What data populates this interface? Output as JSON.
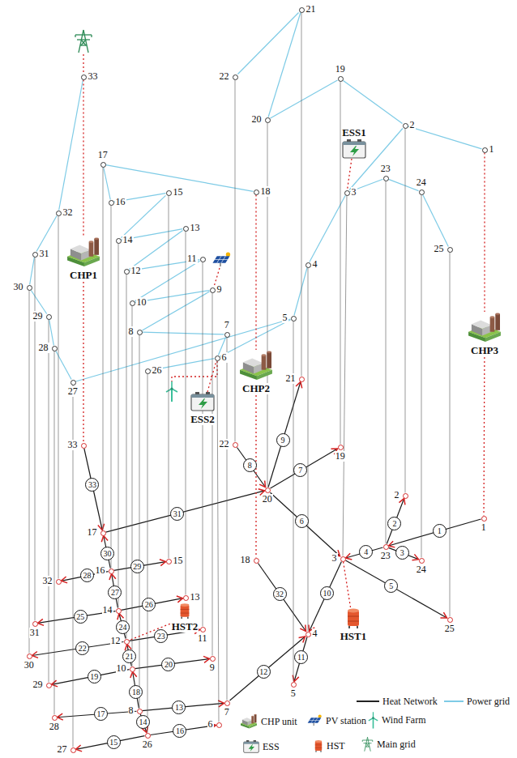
{
  "diagram": {
    "nodes": [
      {
        "text": [
          "1"
        ]
      },
      {
        "text": [
          "2"
        ]
      },
      {
        "text": [
          "3"
        ]
      },
      {
        "text": [
          "4"
        ]
      },
      {
        "text": [
          "5"
        ]
      },
      {
        "text": [
          "6"
        ]
      },
      {
        "text": [
          "7"
        ]
      },
      {
        "text": [
          "8"
        ]
      },
      {
        "text": [
          "9"
        ]
      },
      {
        "text": [
          "10"
        ]
      },
      {
        "text": [
          "11"
        ]
      },
      {
        "text": [
          "12"
        ]
      },
      {
        "text": [
          "13"
        ]
      },
      {
        "text": [
          "14"
        ]
      },
      {
        "text": [
          "15"
        ]
      },
      {
        "text": [
          "16"
        ]
      },
      {
        "text": [
          "17"
        ]
      },
      {
        "text": [
          "18"
        ]
      },
      {
        "text": [
          "19"
        ]
      },
      {
        "text": [
          "20"
        ]
      },
      {
        "text": [
          "21"
        ]
      },
      {
        "text": [
          "22"
        ]
      },
      {
        "text": [
          "23"
        ]
      },
      {
        "text": [
          "24"
        ]
      },
      {
        "text": [
          "25"
        ]
      },
      {
        "text": [
          "26"
        ]
      },
      {
        "text": [
          "27"
        ]
      },
      {
        "text": [
          "28"
        ]
      },
      {
        "text": [
          "29"
        ]
      },
      {
        "text": [
          "30"
        ]
      },
      {
        "text": [
          "31"
        ]
      },
      {
        "text": [
          "32"
        ]
      },
      {
        "text": [
          "33"
        ]
      },
      {
        "text": [
          "1"
        ]
      },
      {
        "text": [
          "2"
        ]
      },
      {
        "text": [
          "3"
        ]
      },
      {
        "text": [
          "4"
        ]
      },
      {
        "text": [
          "5"
        ]
      },
      {
        "text": [
          "6"
        ]
      },
      {
        "text": [
          "7"
        ]
      },
      {
        "text": [
          "8"
        ]
      },
      {
        "text": [
          "9"
        ]
      },
      {
        "text": [
          "10"
        ]
      },
      {
        "text": [
          "11"
        ]
      },
      {
        "text": [
          "12"
        ]
      },
      {
        "text": [
          "13"
        ]
      },
      {
        "text": [
          "14"
        ]
      },
      {
        "text": [
          "15"
        ]
      },
      {
        "text": [
          "16"
        ]
      },
      {
        "text": [
          "17"
        ]
      },
      {
        "text": [
          "18"
        ]
      },
      {
        "text": [
          "19"
        ]
      },
      {
        "text": [
          "20"
        ]
      },
      {
        "text": [
          "21"
        ]
      },
      {
        "text": [
          "22"
        ]
      },
      {
        "text": [
          "23"
        ]
      },
      {
        "text": [
          "24"
        ]
      },
      {
        "text": [
          "25"
        ]
      },
      {
        "text": [
          "26"
        ]
      },
      {
        "text": [
          "27"
        ]
      },
      {
        "text": [
          "28"
        ]
      },
      {
        "text": [
          "29"
        ]
      },
      {
        "text": [
          "30"
        ]
      },
      {
        "text": [
          "31"
        ]
      },
      {
        "text": [
          "32"
        ]
      },
      {
        "text": [
          "33"
        ]
      },
      {
        "text": [
          "CHP1"
        ]
      },
      {
        "text": [
          "CHP2"
        ]
      },
      {
        "text": [
          "CHP3"
        ]
      },
      {
        "text": [
          "ESS1"
        ]
      },
      {
        "text": [
          "ESS2"
        ]
      },
      {
        "text": [
          "HST1"
        ]
      },
      {
        "text": [
          "HST2"
        ]
      }
    ],
    "edges": [
      {
        "from": 0,
        "to": 1,
        "arrow": "none"
      },
      {
        "from": 1,
        "to": 18,
        "arrow": "none"
      },
      {
        "from": 18,
        "to": 19,
        "arrow": "none"
      },
      {
        "from": 19,
        "to": 20,
        "arrow": "none"
      },
      {
        "from": 20,
        "to": 21,
        "arrow": "none"
      },
      {
        "from": 1,
        "to": 2,
        "arrow": "none"
      },
      {
        "from": 2,
        "to": 22,
        "arrow": "none"
      },
      {
        "from": 22,
        "to": 23,
        "arrow": "none"
      },
      {
        "from": 23,
        "to": 24,
        "arrow": "none"
      },
      {
        "from": 2,
        "to": 3,
        "arrow": "none"
      },
      {
        "from": 3,
        "to": 4,
        "arrow": "none"
      },
      {
        "from": 4,
        "to": 26,
        "arrow": "none"
      },
      {
        "from": 26,
        "to": 27,
        "arrow": "none"
      },
      {
        "from": 27,
        "to": 28,
        "arrow": "none"
      },
      {
        "from": 28,
        "to": 29,
        "arrow": "none"
      },
      {
        "from": 29,
        "to": 30,
        "arrow": "none"
      },
      {
        "from": 30,
        "to": 31,
        "arrow": "none"
      },
      {
        "from": 31,
        "to": 32,
        "arrow": "none"
      },
      {
        "from": 4,
        "to": 5,
        "arrow": "none"
      },
      {
        "from": 5,
        "to": 6,
        "arrow": "none"
      },
      {
        "from": 6,
        "to": 7,
        "arrow": "none"
      },
      {
        "from": 7,
        "to": 8,
        "arrow": "none"
      },
      {
        "from": 8,
        "to": 9,
        "arrow": "none"
      },
      {
        "from": 9,
        "to": 10,
        "arrow": "none"
      },
      {
        "from": 10,
        "to": 11,
        "arrow": "none"
      },
      {
        "from": 11,
        "to": 12,
        "arrow": "none"
      },
      {
        "from": 12,
        "to": 13,
        "arrow": "none"
      },
      {
        "from": 13,
        "to": 14,
        "arrow": "none"
      },
      {
        "from": 14,
        "to": 15,
        "arrow": "none"
      },
      {
        "from": 15,
        "to": 16,
        "arrow": "none"
      },
      {
        "from": 16,
        "to": 17,
        "arrow": "none"
      },
      {
        "from": 5,
        "to": 25,
        "arrow": "none"
      },
      {
        "from": 33,
        "to": 55,
        "arrow": "to",
        "label": "1"
      },
      {
        "from": 55,
        "to": 34,
        "arrow": "to",
        "label": "2"
      },
      {
        "from": 55,
        "to": 56,
        "arrow": "to",
        "label": "3"
      },
      {
        "from": 55,
        "to": 35,
        "arrow": "to",
        "label": "4"
      },
      {
        "from": 35,
        "to": 57,
        "arrow": "to",
        "label": "5"
      },
      {
        "from": 52,
        "to": 35,
        "arrow": "to",
        "label": "6"
      },
      {
        "from": 52,
        "to": 51,
        "arrow": "to",
        "label": "7"
      },
      {
        "from": 54,
        "to": 52,
        "arrow": "to",
        "label": "8"
      },
      {
        "from": 52,
        "to": 53,
        "arrow": "to",
        "label": "9"
      },
      {
        "from": 35,
        "to": 36,
        "arrow": "to",
        "label": "10"
      },
      {
        "from": 36,
        "to": 37,
        "arrow": "to",
        "label": "11"
      },
      {
        "from": 39,
        "to": 36,
        "arrow": "to",
        "label": "12"
      },
      {
        "from": 40,
        "to": 39,
        "arrow": "to",
        "label": "13"
      },
      {
        "from": 40,
        "to": 58,
        "arrow": "to",
        "label": "14"
      },
      {
        "from": 58,
        "to": 59,
        "arrow": "to",
        "label": "15"
      },
      {
        "from": 58,
        "to": 38,
        "arrow": "to",
        "label": "16"
      },
      {
        "from": 40,
        "to": 60,
        "arrow": "to",
        "label": "17"
      },
      {
        "from": 40,
        "to": 42,
        "arrow": "to",
        "label": "18"
      },
      {
        "from": 42,
        "to": 61,
        "arrow": "to",
        "label": "19"
      },
      {
        "from": 42,
        "to": 41,
        "arrow": "to",
        "label": "20"
      },
      {
        "from": 42,
        "to": 44,
        "arrow": "to",
        "label": "21"
      },
      {
        "from": 44,
        "to": 62,
        "arrow": "to",
        "label": "22"
      },
      {
        "from": 44,
        "to": 43,
        "arrow": "to",
        "label": "23"
      },
      {
        "from": 44,
        "to": 46,
        "arrow": "to",
        "label": "24"
      },
      {
        "from": 46,
        "to": 63,
        "arrow": "to",
        "label": "25"
      },
      {
        "from": 46,
        "to": 45,
        "arrow": "to",
        "label": "26"
      },
      {
        "from": 46,
        "to": 48,
        "arrow": "to",
        "label": "27"
      },
      {
        "from": 48,
        "to": 64,
        "arrow": "to",
        "label": "28"
      },
      {
        "from": 48,
        "to": 47,
        "arrow": "to",
        "label": "29"
      },
      {
        "from": 48,
        "to": 49,
        "arrow": "to",
        "label": "30"
      },
      {
        "from": 49,
        "to": 52,
        "arrow": "to",
        "label": "31"
      },
      {
        "from": 50,
        "to": 36,
        "arrow": "to",
        "label": "32"
      },
      {
        "from": 65,
        "to": 49,
        "arrow": "to",
        "label": "33"
      },
      {
        "from": 1,
        "to": 34,
        "arrow": "none"
      },
      {
        "from": 2,
        "to": 35,
        "arrow": "none"
      },
      {
        "from": 3,
        "to": 36,
        "arrow": "none"
      },
      {
        "from": 4,
        "to": 37,
        "arrow": "none"
      },
      {
        "from": 5,
        "to": 38,
        "arrow": "none"
      },
      {
        "from": 6,
        "to": 39,
        "arrow": "none"
      },
      {
        "from": 7,
        "to": 40,
        "arrow": "none"
      },
      {
        "from": 8,
        "to": 41,
        "arrow": "none"
      },
      {
        "from": 9,
        "to": 42,
        "arrow": "none"
      },
      {
        "from": 10,
        "to": 43,
        "arrow": "none"
      },
      {
        "from": 11,
        "to": 44,
        "arrow": "none"
      },
      {
        "from": 12,
        "to": 45,
        "arrow": "none"
      },
      {
        "from": 13,
        "to": 46,
        "arrow": "none"
      },
      {
        "from": 14,
        "to": 47,
        "arrow": "none"
      },
      {
        "from": 15,
        "to": 48,
        "arrow": "none"
      },
      {
        "from": 16,
        "to": 49,
        "arrow": "none"
      },
      {
        "from": 18,
        "to": 51,
        "arrow": "none"
      },
      {
        "from": 19,
        "to": 52,
        "arrow": "none"
      },
      {
        "from": 20,
        "to": 53,
        "arrow": "none"
      },
      {
        "from": 21,
        "to": 54,
        "arrow": "none"
      },
      {
        "from": 22,
        "to": 55,
        "arrow": "none"
      },
      {
        "from": 23,
        "to": 56,
        "arrow": "none"
      },
      {
        "from": 24,
        "to": 57,
        "arrow": "none"
      },
      {
        "from": 25,
        "to": 58,
        "arrow": "none"
      },
      {
        "from": 26,
        "to": 59,
        "arrow": "none"
      },
      {
        "from": 27,
        "to": 60,
        "arrow": "none"
      },
      {
        "from": 28,
        "to": 61,
        "arrow": "none"
      },
      {
        "from": 29,
        "to": 62,
        "arrow": "none"
      },
      {
        "from": 30,
        "to": 63,
        "arrow": "none"
      },
      {
        "from": 31,
        "to": 64,
        "arrow": "none"
      },
      {
        "from": 32,
        "to": 66,
        "arrow": "none"
      },
      {
        "from": 66,
        "to": 65,
        "arrow": "none"
      },
      {
        "from": 17,
        "to": 67,
        "arrow": "none"
      },
      {
        "from": 67,
        "to": 50,
        "arrow": "none"
      },
      {
        "from": 0,
        "to": 68,
        "arrow": "none"
      },
      {
        "from": 68,
        "to": 33,
        "arrow": "none"
      },
      {
        "from": 69,
        "to": 2,
        "arrow": "none"
      },
      {
        "from": 70,
        "to": 5,
        "arrow": "none"
      },
      {
        "from": 71,
        "to": 35,
        "arrow": "none"
      },
      {
        "from": 72,
        "to": 44,
        "arrow": "none"
      }
    ],
    "legend": [
      {
        "text": "Heat Network"
      },
      {
        "text": "Power grid"
      },
      {
        "text": "CHP unit"
      },
      {
        "text": "PV station"
      },
      {
        "text": "Wind Farm"
      },
      {
        "text": "ESS"
      },
      {
        "text": "HST"
      },
      {
        "text": "Main grid"
      }
    ]
  }
}
